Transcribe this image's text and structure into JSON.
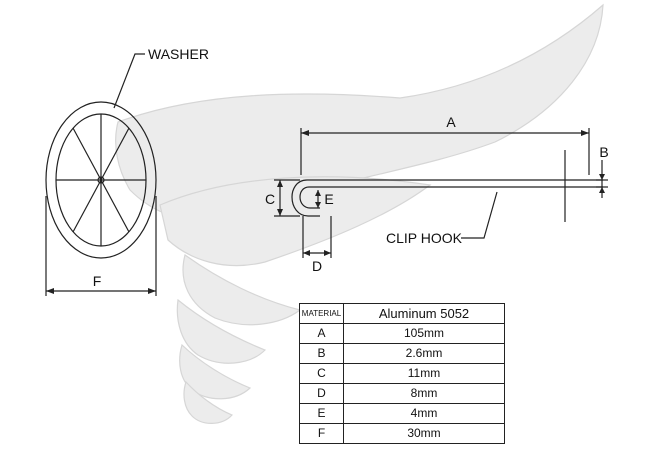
{
  "labels": {
    "washer": "WASHER",
    "clip_hook": "CLIP HOOK",
    "dim_a": "A",
    "dim_b": "B",
    "dim_c": "C",
    "dim_d": "D",
    "dim_e": "E",
    "dim_f": "F"
  },
  "table": {
    "header_key": "MATERIAL",
    "header_value": "Aluminum 5052",
    "rows": [
      {
        "key": "A",
        "value": "105mm"
      },
      {
        "key": "B",
        "value": "2.6mm"
      },
      {
        "key": "C",
        "value": "11mm"
      },
      {
        "key": "D",
        "value": "8mm"
      },
      {
        "key": "E",
        "value": "4mm"
      },
      {
        "key": "F",
        "value": "30mm"
      }
    ]
  },
  "colors": {
    "line": "#222222",
    "wing_fill": "#e9e9e9",
    "wing_stroke": "#d2d2d2"
  }
}
